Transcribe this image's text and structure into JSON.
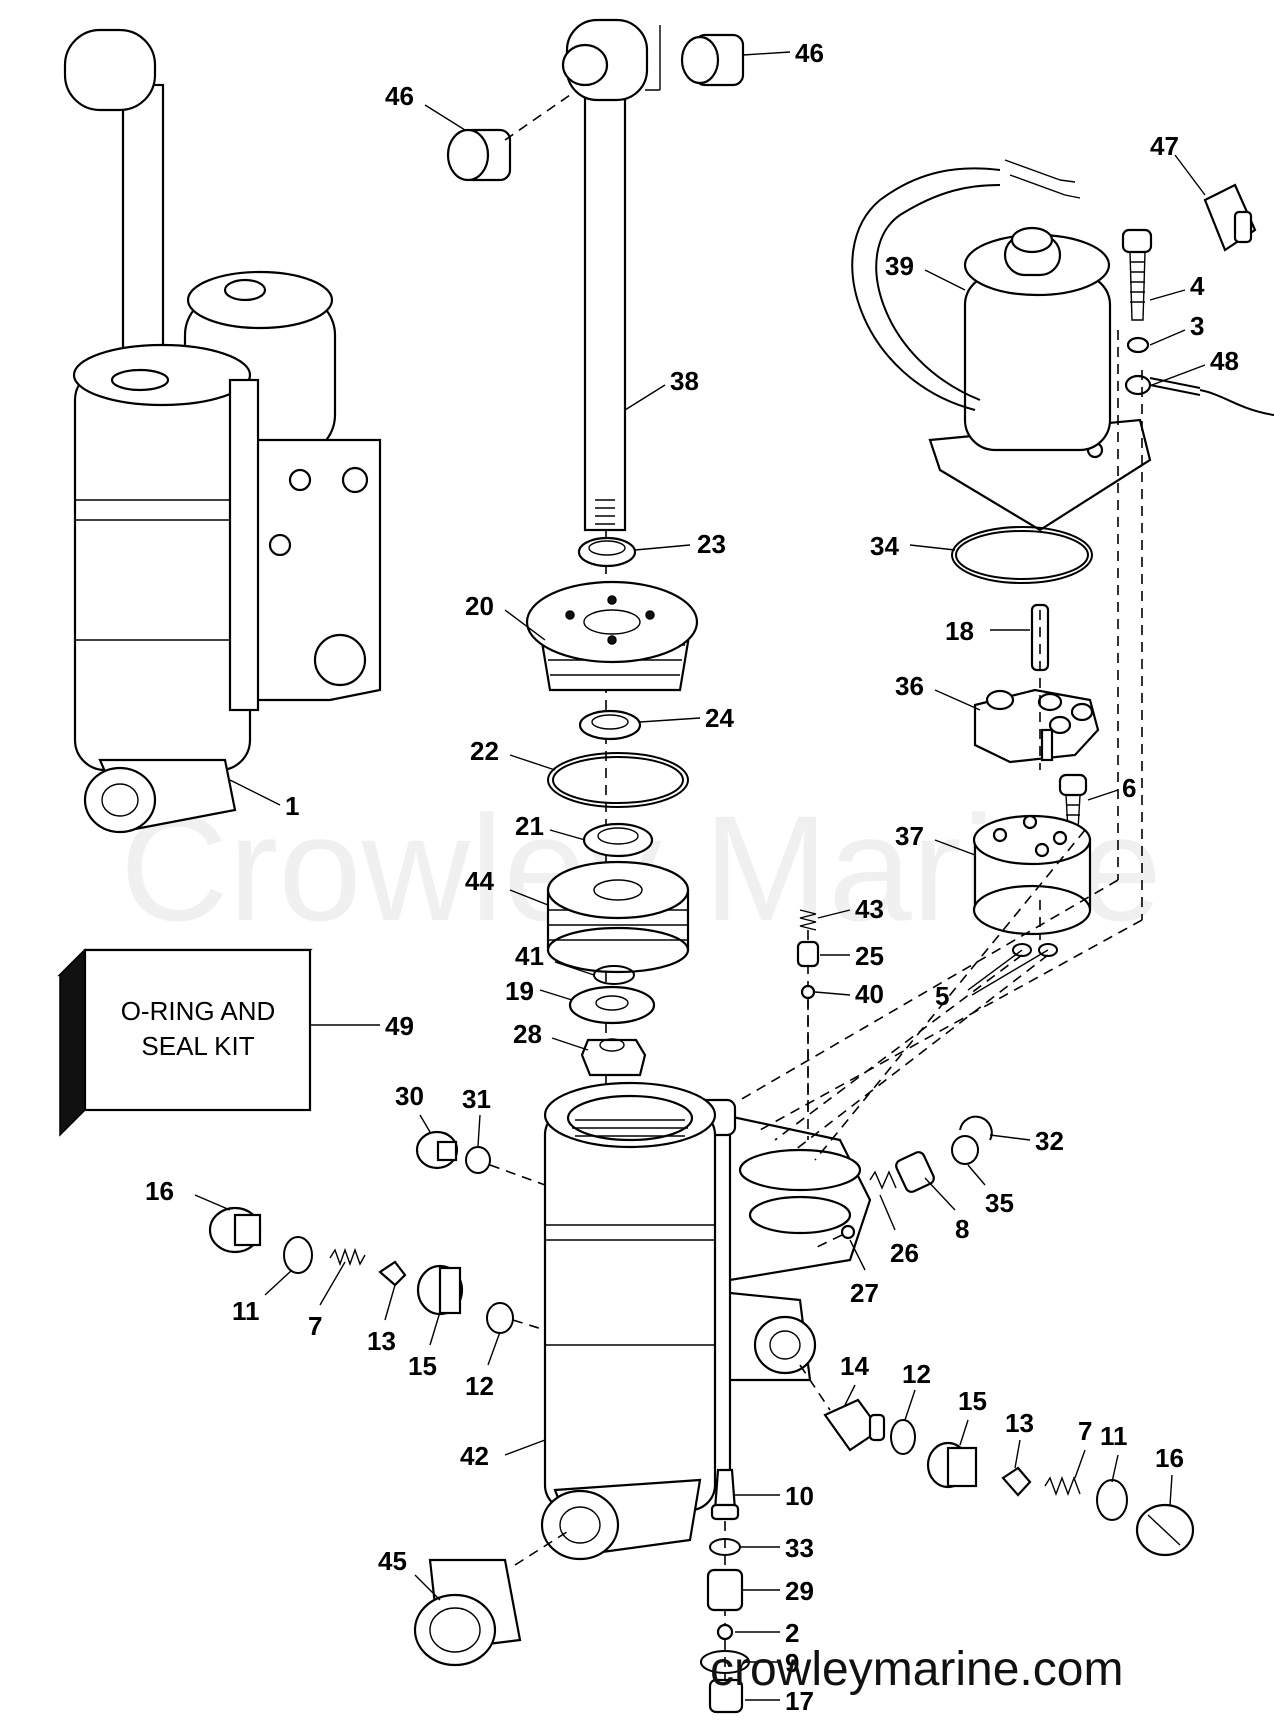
{
  "kit_box": {
    "line1": "O-RING AND",
    "line2": "SEAL KIT"
  },
  "watermark": "Crowley Marine",
  "website": "crowleymarine.com",
  "callouts": [
    {
      "id": "c1",
      "num": "1"
    },
    {
      "id": "c2",
      "num": "2"
    },
    {
      "id": "c3",
      "num": "3"
    },
    {
      "id": "c4",
      "num": "4"
    },
    {
      "id": "c5",
      "num": "5"
    },
    {
      "id": "c6",
      "num": "6"
    },
    {
      "id": "c7a",
      "num": "7"
    },
    {
      "id": "c7b",
      "num": "7"
    },
    {
      "id": "c8",
      "num": "8"
    },
    {
      "id": "c9",
      "num": "9"
    },
    {
      "id": "c10",
      "num": "10"
    },
    {
      "id": "c11a",
      "num": "11"
    },
    {
      "id": "c11b",
      "num": "11"
    },
    {
      "id": "c12a",
      "num": "12"
    },
    {
      "id": "c12b",
      "num": "12"
    },
    {
      "id": "c13a",
      "num": "13"
    },
    {
      "id": "c13b",
      "num": "13"
    },
    {
      "id": "c14",
      "num": "14"
    },
    {
      "id": "c15a",
      "num": "15"
    },
    {
      "id": "c15b",
      "num": "15"
    },
    {
      "id": "c16a",
      "num": "16"
    },
    {
      "id": "c16b",
      "num": "16"
    },
    {
      "id": "c17",
      "num": "17"
    },
    {
      "id": "c18",
      "num": "18"
    },
    {
      "id": "c19",
      "num": "19"
    },
    {
      "id": "c20",
      "num": "20"
    },
    {
      "id": "c21",
      "num": "21"
    },
    {
      "id": "c22",
      "num": "22"
    },
    {
      "id": "c23",
      "num": "23"
    },
    {
      "id": "c24",
      "num": "24"
    },
    {
      "id": "c25",
      "num": "25"
    },
    {
      "id": "c26",
      "num": "26"
    },
    {
      "id": "c27",
      "num": "27"
    },
    {
      "id": "c28",
      "num": "28"
    },
    {
      "id": "c29",
      "num": "29"
    },
    {
      "id": "c30",
      "num": "30"
    },
    {
      "id": "c31",
      "num": "31"
    },
    {
      "id": "c32",
      "num": "32"
    },
    {
      "id": "c33",
      "num": "33"
    },
    {
      "id": "c34",
      "num": "34"
    },
    {
      "id": "c35",
      "num": "35"
    },
    {
      "id": "c36",
      "num": "36"
    },
    {
      "id": "c37",
      "num": "37"
    },
    {
      "id": "c38",
      "num": "38"
    },
    {
      "id": "c39",
      "num": "39"
    },
    {
      "id": "c40",
      "num": "40"
    },
    {
      "id": "c41",
      "num": "41"
    },
    {
      "id": "c42",
      "num": "42"
    },
    {
      "id": "c43",
      "num": "43"
    },
    {
      "id": "c44",
      "num": "44"
    },
    {
      "id": "c45",
      "num": "45"
    },
    {
      "id": "c46a",
      "num": "46"
    },
    {
      "id": "c46b",
      "num": "46"
    },
    {
      "id": "c47",
      "num": "47"
    },
    {
      "id": "c48",
      "num": "48"
    },
    {
      "id": "c49",
      "num": "49"
    }
  ]
}
